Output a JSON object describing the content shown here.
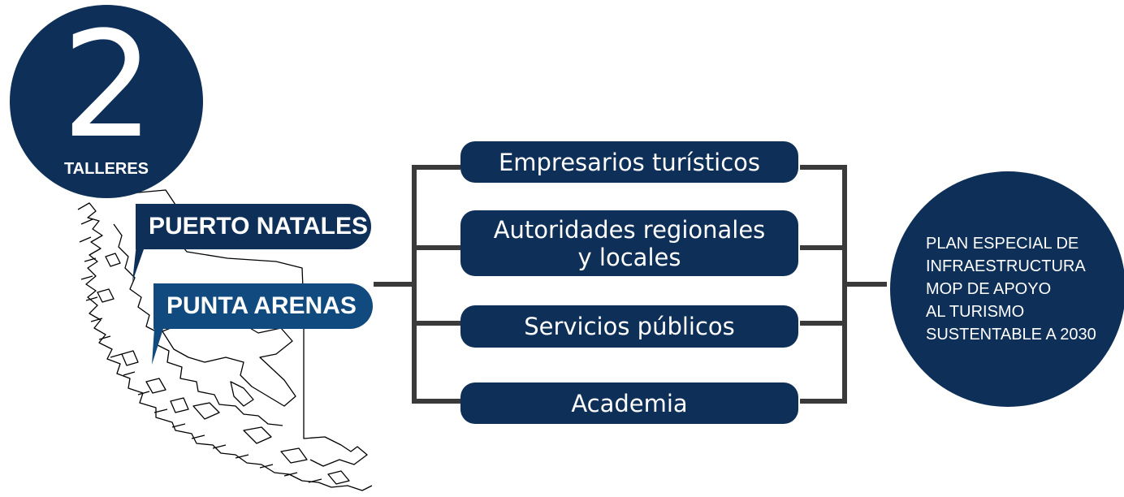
{
  "badge": {
    "number": "2",
    "label": "TALLERES"
  },
  "locations": [
    "PUERTO NATALES",
    "PUNTA ARENAS"
  ],
  "participants": [
    {
      "line1": "Empresarios turísticos",
      "line2": ""
    },
    {
      "line1": "Autoridades regionales",
      "line2": "y locales"
    },
    {
      "line1": "Servicios públicos",
      "line2": ""
    },
    {
      "line1": "Academia",
      "line2": ""
    }
  ],
  "result": {
    "lines": [
      "PLAN ESPECIAL DE",
      "INFRAESTRUCTURA",
      "MOP DE APOYO",
      "AL TURISMO",
      "SUSTENTABLE A 2030"
    ]
  },
  "colors": {
    "navy": "#0e2f57",
    "blue": "#114a7e",
    "connector": "#3a3a3a"
  }
}
